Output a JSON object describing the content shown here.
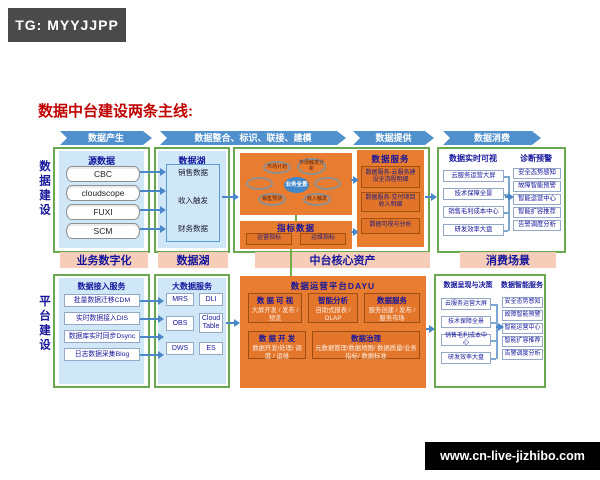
{
  "watermarks": {
    "tg": "TG: MYYJJPP",
    "site": "www.cn-live-jizhibo.com"
  },
  "title": "数据中台建设两条主线:",
  "side_labels": {
    "top": "数据建设",
    "bottom": "平台建设"
  },
  "stages": [
    "数据产生",
    "数据整合、标识、联接、建模",
    "数据提供",
    "数据消费"
  ],
  "banners": {
    "col1": "业务数字化",
    "col2": "数据湖",
    "middle": "中台核心资产",
    "right": "消费场景"
  },
  "source_panel": {
    "header": "源数据",
    "items": [
      "CBC",
      "cloudscope",
      "FUXI",
      "SCM"
    ]
  },
  "lake_panel": {
    "header": "数据湖",
    "items": [
      "销售数据",
      "收入触发",
      "财务数据"
    ]
  },
  "themes": {
    "center": "业务全景",
    "top_left": "市场计划",
    "top_right": "市场触发分析",
    "bottom_left": "销售预测",
    "bottom_right": "收入触发"
  },
  "indicators": {
    "header": "指标数据",
    "items": [
      "运营指标",
      "运维指标"
    ]
  },
  "data_service": {
    "header": "数据服务",
    "items": [
      "数据服务-云服务建设全流程明细",
      "数据服务-交付项目收入明细",
      "数据可视与分析"
    ]
  },
  "consume_top": {
    "left_header": "数据实时可视",
    "right_header": "诊断预警"
  },
  "consume_bottom": {
    "left_header": "数据呈现与决策",
    "right_header": "数据智能服务"
  },
  "consume_items": {
    "left": [
      "云服务运营大屏",
      "技术保障全景",
      "销售毛利成本中心",
      "研发效率大盘"
    ],
    "right": [
      "安全态势感知",
      "故障智能预警",
      "智能运营中心",
      "智能扩容推荐",
      "告警调度分析"
    ]
  },
  "access_panel": {
    "header": "数据接入服务",
    "items": [
      "批量数据迁移CDM",
      "实时数据接入DIS",
      "数据库实时同步Dsync",
      "日志数据采集Blog"
    ]
  },
  "bigdata_panel": {
    "header": "大数据服务",
    "items": [
      "MRS",
      "DLI",
      "OBS",
      "Cloud Table",
      "DWS",
      "ES"
    ]
  },
  "dayu": {
    "header": "数据运营平台DAYU",
    "boxes": [
      {
        "title": "数 据 可 视",
        "body": "大屏开发 / 发布 / 预览"
      },
      {
        "title": "智能分析",
        "body": "自助式报表 / OLAP"
      },
      {
        "title": "数据服务",
        "body": "服务创建 / 发布 / 服务市场"
      },
      {
        "title": "数 据 开 发",
        "body": "数据开发/处理/ 调度 / 运维"
      },
      {
        "title": "数据治理",
        "body": "元数据管理/数据地图/ 数据质量/业务指标/ 数据标准"
      }
    ]
  },
  "colors": {
    "stage_arrow_blue": "#4f90cd",
    "frame_green": "#6aa84f",
    "panel_blue": "#cfe7f7",
    "orange": "#e87c31",
    "banner_pink": "#f6cdb8",
    "header_navy": "#15159b",
    "title_red": "#c00000"
  }
}
